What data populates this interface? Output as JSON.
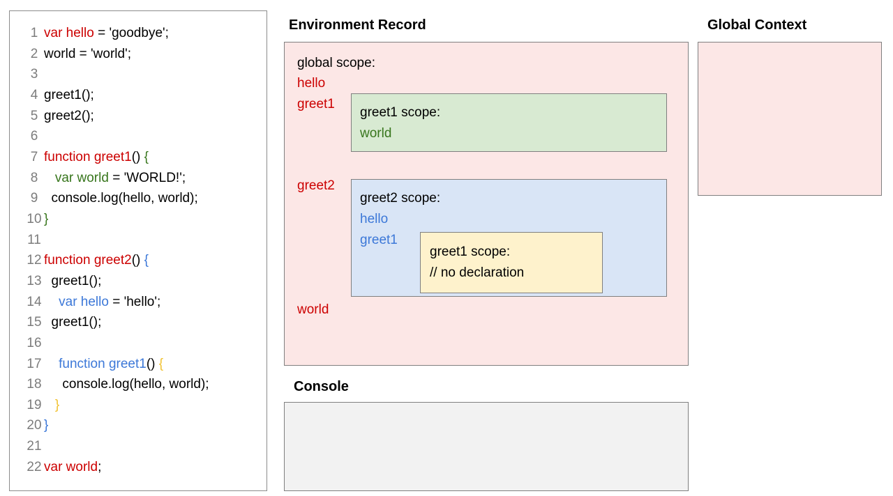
{
  "colors": {
    "red": "#cc0000",
    "green": "#38761d",
    "blue": "#3c78d8",
    "yellow": "#f1c232",
    "black": "#000000",
    "line_number_gray": "#7c7c7c",
    "pink_bg": "#fce7e6",
    "green_bg": "#d8ead2",
    "blue_bg": "#d9e5f6",
    "yellow_bg": "#fef2cc",
    "console_bg": "#f2f2f2",
    "border_gray": "#7f7f7f"
  },
  "code_panel": {
    "lines": [
      {
        "n": "1",
        "segs": [
          {
            "t": "var hello",
            "c": "red"
          },
          {
            "t": " = 'goodbye';",
            "c": "black"
          }
        ]
      },
      {
        "n": "2",
        "segs": [
          {
            "t": "world = 'world';",
            "c": "black"
          }
        ]
      },
      {
        "n": "3",
        "segs": []
      },
      {
        "n": "4",
        "segs": [
          {
            "t": "greet1();",
            "c": "black"
          }
        ]
      },
      {
        "n": "5",
        "segs": [
          {
            "t": "greet2();",
            "c": "black"
          }
        ]
      },
      {
        "n": "6",
        "segs": []
      },
      {
        "n": "7",
        "segs": [
          {
            "t": "function greet1",
            "c": "red"
          },
          {
            "t": "() ",
            "c": "black"
          },
          {
            "t": "{",
            "c": "green"
          }
        ]
      },
      {
        "n": "8",
        "segs": [
          {
            "t": "   ",
            "c": "black"
          },
          {
            "t": "var world",
            "c": "green"
          },
          {
            "t": " = 'WORLD!';",
            "c": "black"
          }
        ]
      },
      {
        "n": "9",
        "segs": [
          {
            "t": "  console.log(hello, world);",
            "c": "black"
          }
        ]
      },
      {
        "n": "10",
        "segs": [
          {
            "t": "}",
            "c": "green"
          }
        ]
      },
      {
        "n": "11",
        "segs": []
      },
      {
        "n": "12",
        "segs": [
          {
            "t": "function greet2",
            "c": "red"
          },
          {
            "t": "() ",
            "c": "black"
          },
          {
            "t": "{",
            "c": "blue"
          }
        ]
      },
      {
        "n": "13",
        "segs": [
          {
            "t": "  greet1();",
            "c": "black"
          }
        ]
      },
      {
        "n": "14",
        "segs": [
          {
            "t": "    ",
            "c": "black"
          },
          {
            "t": "var hello",
            "c": "blue"
          },
          {
            "t": " = 'hello';",
            "c": "black"
          }
        ]
      },
      {
        "n": "15",
        "segs": [
          {
            "t": "  greet1();",
            "c": "black"
          }
        ]
      },
      {
        "n": "16",
        "segs": []
      },
      {
        "n": "17",
        "segs": [
          {
            "t": "    ",
            "c": "black"
          },
          {
            "t": "function greet1",
            "c": "blue"
          },
          {
            "t": "() ",
            "c": "black"
          },
          {
            "t": "{",
            "c": "yellow"
          }
        ]
      },
      {
        "n": "18",
        "segs": [
          {
            "t": "     console.log(hello, world);",
            "c": "black"
          }
        ]
      },
      {
        "n": "19",
        "segs": [
          {
            "t": "   ",
            "c": "black"
          },
          {
            "t": "}",
            "c": "yellow"
          }
        ]
      },
      {
        "n": "20",
        "segs": [
          {
            "t": "}",
            "c": "blue"
          }
        ]
      },
      {
        "n": "21",
        "segs": []
      },
      {
        "n": "22",
        "segs": [
          {
            "t": "var world",
            "c": "red"
          },
          {
            "t": ";",
            "c": "black"
          }
        ]
      }
    ]
  },
  "env": {
    "title": "Environment Record",
    "global_scope": {
      "label": "global scope:",
      "entries": [
        "hello",
        "greet1",
        "greet2",
        "world"
      ]
    },
    "greet1_scope": {
      "label": "greet1 scope:",
      "entries": [
        "world"
      ]
    },
    "greet2_scope": {
      "label": "greet2 scope:",
      "entries": [
        "hello",
        "greet1"
      ]
    },
    "inner_greet1_scope": {
      "label": "greet1 scope:",
      "comment": "// no declaration"
    }
  },
  "global_context": {
    "title": "Global Context"
  },
  "console": {
    "title": "Console"
  }
}
